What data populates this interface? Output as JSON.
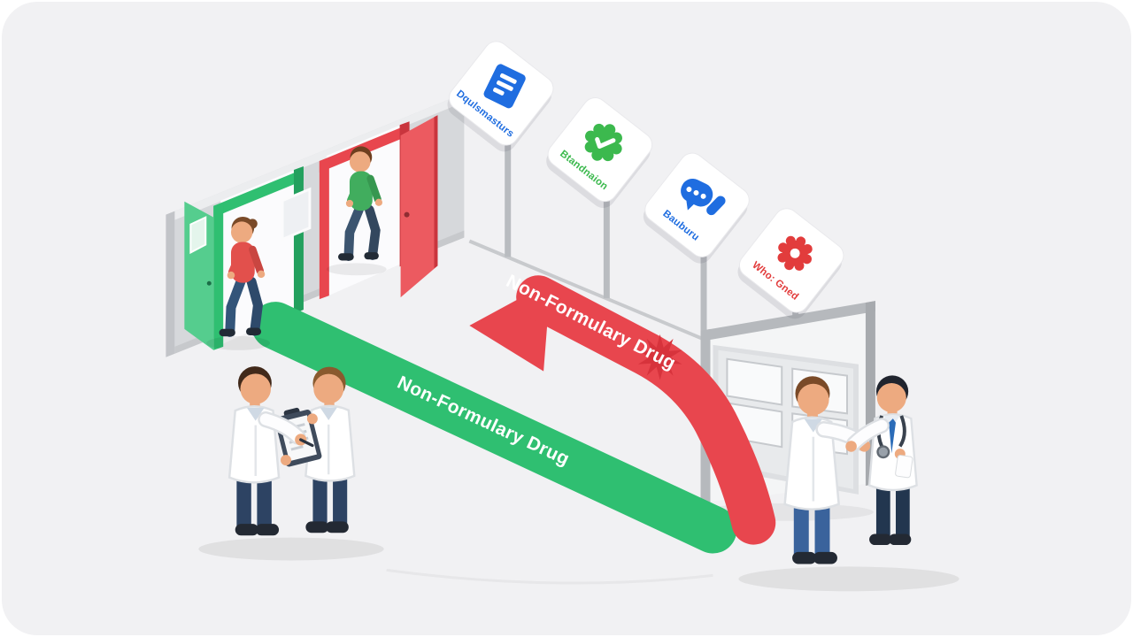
{
  "illustration": {
    "signs": [
      {
        "icon": "document-icon",
        "label": "Dqulsmasturs",
        "color": "#1f6de0"
      },
      {
        "icon": "check-seal-icon",
        "label": "Btandnaion",
        "color": "#3cb94e"
      },
      {
        "icon": "chat-bubble-icon",
        "label": "Bauburu",
        "color": "#1f6de0"
      },
      {
        "icon": "gear-badge-icon",
        "label": "Who: Gned",
        "color": "#e23c3c"
      }
    ],
    "path_labels": {
      "red": "Non-Formulary Drug",
      "green": "Non-Formulary Drug"
    }
  },
  "colors": {
    "bg": "#f1f1f3",
    "green": "#2fbf71",
    "greenDark": "#23a05e",
    "greenLight": "#55cd8e",
    "red": "#e8464e",
    "redDark": "#c9353d",
    "redLight": "#ec5a60",
    "blue": "#1f6de0",
    "sealGreen": "#3cb94e",
    "gearRed": "#e23c3c"
  }
}
